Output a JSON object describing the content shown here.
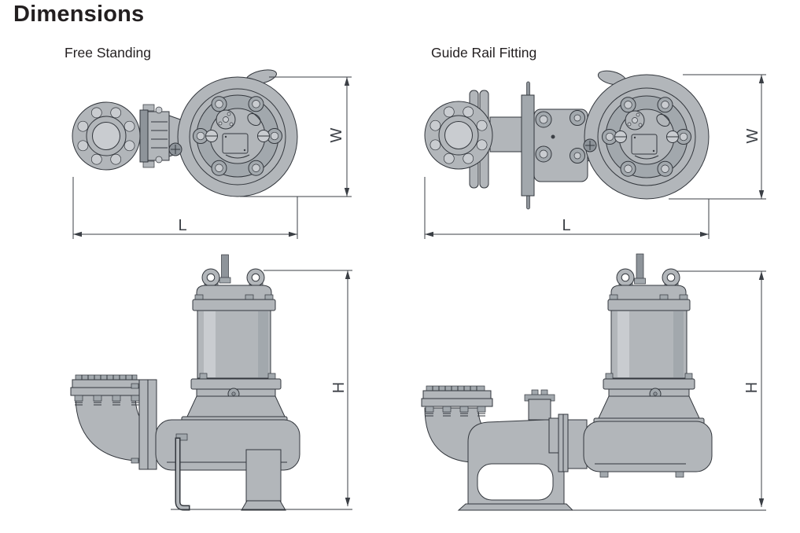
{
  "title": "Dimensions",
  "sections": [
    {
      "label": "Free Standing",
      "dimensions": {
        "width": "W",
        "length": "L",
        "height": "H"
      }
    },
    {
      "label": "Guide Rail Fitting",
      "dimensions": {
        "width": "W",
        "length": "L",
        "height": "H"
      }
    }
  ],
  "colors": {
    "outline": "#33373d",
    "gray-base": "#b2b6ba",
    "gray-mid": "#a2a8ad",
    "gray-light": "#c9ccd0",
    "gray-dark": "#8e949a",
    "paper": "#ffffff",
    "dim": "#3b3f45",
    "text": "#231f20"
  }
}
